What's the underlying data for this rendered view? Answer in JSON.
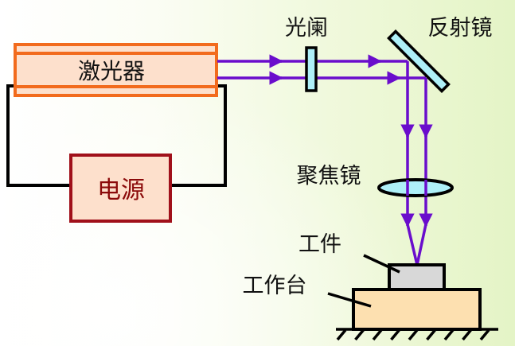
{
  "diagram": {
    "title": "Laser processing system schematic",
    "labels": {
      "laser": "激光器",
      "power_supply": "电源",
      "aperture": "光阑",
      "mirror": "反射镜",
      "focusing_lens": "聚焦镜",
      "workpiece": "工件",
      "worktable": "工作台"
    },
    "colors": {
      "laser_border": "#f26b1d",
      "laser_fill": "#fde0cc",
      "power_border": "#a0101a",
      "power_fill": "#fde0cc",
      "power_text": "#8b0a0a",
      "beam": "#6a0dcc",
      "optic_fill": "#aef0f8",
      "workpiece_fill": "#d8d8d8",
      "worktable_fill": "#fde0b0",
      "wire": "#000000"
    }
  }
}
